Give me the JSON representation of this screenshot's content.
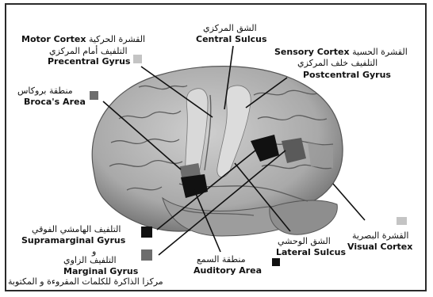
{
  "colors": {
    "light_gray_marker": "#c4c4c4",
    "dark_gray_marker": "#6d6d6d",
    "black_marker": "#111111",
    "brain_fill": "#b7b7b7",
    "highlight": "#dedede"
  },
  "labels": {
    "motor": {
      "arabic_1": "القشرة الحركية",
      "english": "Motor Cortex",
      "arabic_2": "التلفيف أمام المركزي",
      "english_2": "Precentral Gyrus"
    },
    "central": {
      "arabic": "الشق المركزي",
      "english": "Central Sulcus"
    },
    "sensory": {
      "english": "Sensory Cortex",
      "arabic_1": "القشرة الحسية",
      "arabic_2": "التلفيف خلف المركزي",
      "english_2": "Postcentral Gyrus"
    },
    "broca": {
      "arabic": "منطقة بروكاس",
      "english": "Broca's Area"
    },
    "supramarginal": {
      "arabic": "التلفيف الهامشي الفوقي",
      "english": "Supramarginal Gyrus",
      "conj": "و"
    },
    "marginal": {
      "arabic": "التلفيف الزاوي",
      "english": "Marginal Gyrus",
      "footer": "مركزا الذاكرة للكلمات المقروءة و المكتوبة"
    },
    "auditory": {
      "arabic": "منطقة السمع",
      "english": "Auditory Area"
    },
    "lateral": {
      "arabic": "الشق الوحشي",
      "english": "Lateral Sulcus"
    },
    "visual": {
      "arabic": "القشرة البصرية",
      "english": "Visual Cortex"
    }
  }
}
